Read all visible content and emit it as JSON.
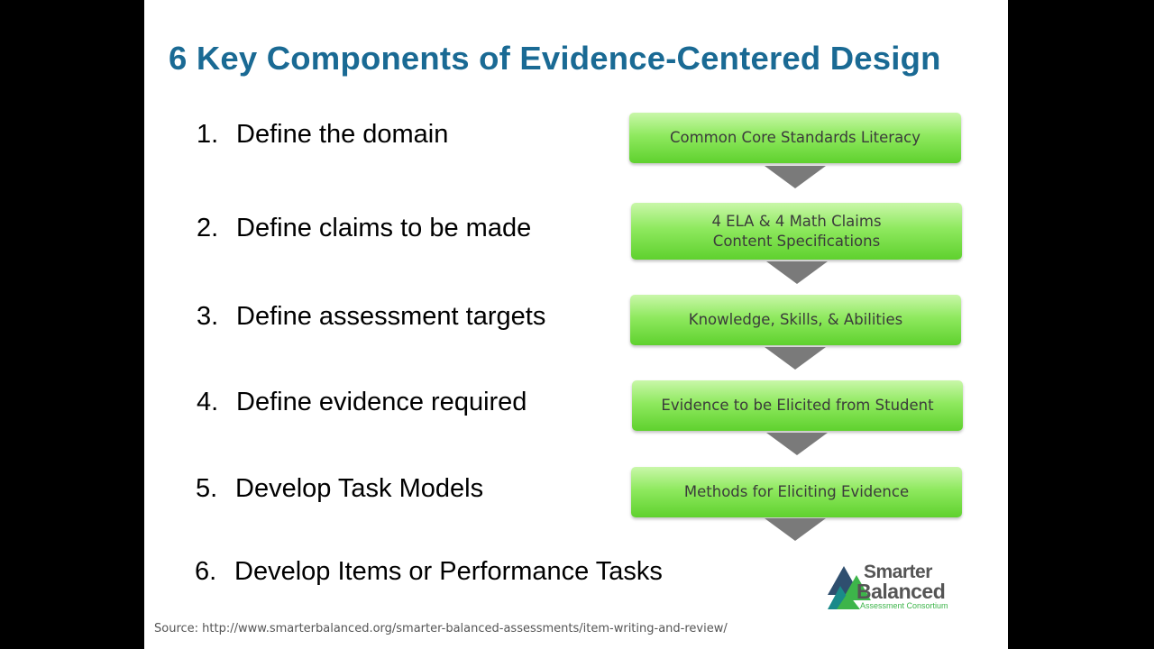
{
  "title": "6 Key Components of Evidence-Centered Design",
  "steps": [
    {
      "num": "1.",
      "label": "Define the domain"
    },
    {
      "num": "2.",
      "label": "Define claims to be made"
    },
    {
      "num": "3.",
      "label": "Define assessment targets"
    },
    {
      "num": "4.",
      "label": "Define evidence required"
    },
    {
      "num": "5.",
      "label": "Develop Task Models"
    },
    {
      "num": "6.",
      "label": "Develop Items or Performance Tasks"
    }
  ],
  "boxes": [
    {
      "lines": [
        "Common Core Standards Literacy"
      ]
    },
    {
      "lines": [
        "4 ELA & 4 Math Claims",
        "Content Specifications"
      ]
    },
    {
      "lines": [
        "Knowledge, Skills, & Abilities"
      ]
    },
    {
      "lines": [
        "Evidence to be Elicited from Student"
      ]
    },
    {
      "lines": [
        "Methods for Eliciting Evidence"
      ]
    }
  ],
  "source": "Source: http://www.smarterbalanced.org/smarter-balanced-assessments/item-writing-and-review/",
  "logo": {
    "line1": "Smarter",
    "line2": "Balanced",
    "tagline": "Assessment Consortium",
    "colors": {
      "green": "#3db54a",
      "teal": "#1a8a8a",
      "dark": "#2f4f6f",
      "gray": "#555555"
    }
  }
}
